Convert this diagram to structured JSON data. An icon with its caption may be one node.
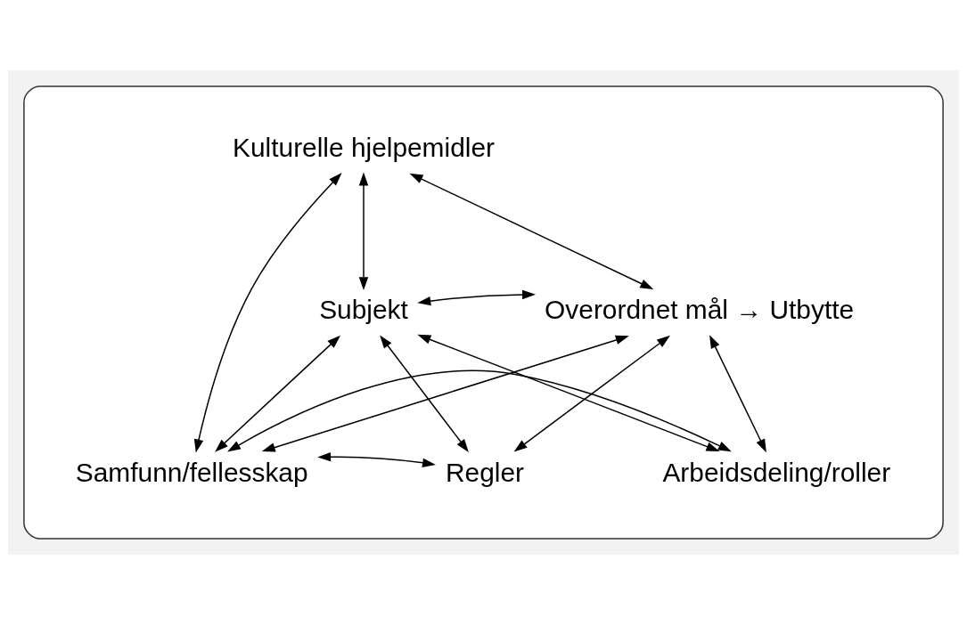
{
  "diagram": {
    "nodes": [
      {
        "text": [],
        "shape": "box"
      },
      {
        "text": [
          "Kulturelle hjelpemidler"
        ],
        "in": 0
      },
      {
        "text": [
          "Subjekt"
        ],
        "in": 0
      },
      {
        "text": [
          "Overordnet mål → Utbytte"
        ],
        "in": 0
      },
      {
        "text": [
          "Regler"
        ],
        "in": 0
      },
      {
        "text": [
          "Samfunn/fellesskap"
        ],
        "in": 0
      },
      {
        "text": [
          "Arbeidsdeling/roller"
        ],
        "in": 0
      }
    ],
    "edges": [
      {
        "from": 1,
        "to": 2,
        "arrow": "both"
      },
      {
        "from": 1,
        "to": 3,
        "arrow": "both"
      },
      {
        "from": 1,
        "to": 5,
        "arrow": "both"
      },
      {
        "from": 2,
        "to": 3,
        "arrow": "both"
      },
      {
        "from": 2,
        "to": 4,
        "arrow": "both"
      },
      {
        "from": 2,
        "to": 5,
        "arrow": "both"
      },
      {
        "from": 2,
        "to": 6,
        "arrow": "both"
      },
      {
        "from": 3,
        "to": 4,
        "arrow": "both"
      },
      {
        "from": 3,
        "to": 5,
        "arrow": "both"
      },
      {
        "from": 3,
        "to": 6,
        "arrow": "both"
      },
      {
        "from": 4,
        "to": 5,
        "arrow": "both"
      },
      {
        "from": 5,
        "to": 6,
        "arrow": "both"
      }
    ]
  }
}
